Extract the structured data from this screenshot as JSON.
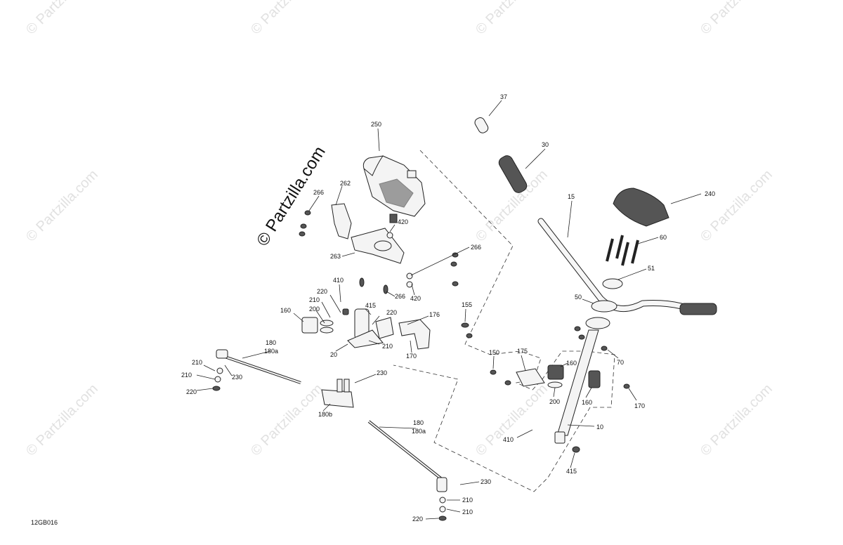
{
  "diagram": {
    "code": "12GB016",
    "watermark_text": "© Partzilla.com",
    "watermark_main": "© Partzilla.com",
    "callouts": [
      {
        "id": "c37",
        "text": "37"
      },
      {
        "id": "c30",
        "text": "30"
      },
      {
        "id": "c250",
        "text": "250"
      },
      {
        "id": "c15",
        "text": "15"
      },
      {
        "id": "c240",
        "text": "240"
      },
      {
        "id": "c262",
        "text": "262"
      },
      {
        "id": "c266a",
        "text": "266"
      },
      {
        "id": "c420a",
        "text": "420"
      },
      {
        "id": "c60",
        "text": "60"
      },
      {
        "id": "c263",
        "text": "263"
      },
      {
        "id": "c266b",
        "text": "266"
      },
      {
        "id": "c51",
        "text": "51"
      },
      {
        "id": "c410a",
        "text": "410"
      },
      {
        "id": "c266c",
        "text": "266"
      },
      {
        "id": "c420b",
        "text": "420"
      },
      {
        "id": "c220a",
        "text": "220"
      },
      {
        "id": "c210a",
        "text": "210"
      },
      {
        "id": "c200a",
        "text": "200"
      },
      {
        "id": "c160a",
        "text": "160"
      },
      {
        "id": "c415a",
        "text": "415"
      },
      {
        "id": "c220b",
        "text": "220"
      },
      {
        "id": "c176",
        "text": "176"
      },
      {
        "id": "c155",
        "text": "155"
      },
      {
        "id": "c50",
        "text": "50"
      },
      {
        "id": "c210b",
        "text": "210"
      },
      {
        "id": "c20",
        "text": "20"
      },
      {
        "id": "c170a",
        "text": "170"
      },
      {
        "id": "c180a",
        "text": "180"
      },
      {
        "id": "c180aa",
        "text": "180a"
      },
      {
        "id": "c210c",
        "text": "210"
      },
      {
        "id": "c230a",
        "text": "230"
      },
      {
        "id": "c210d",
        "text": "210"
      },
      {
        "id": "c220c",
        "text": "220"
      },
      {
        "id": "c230b",
        "text": "230"
      },
      {
        "id": "c150",
        "text": "150"
      },
      {
        "id": "c175",
        "text": "175"
      },
      {
        "id": "c160b",
        "text": "160"
      },
      {
        "id": "c70",
        "text": "70"
      },
      {
        "id": "c200b",
        "text": "200"
      },
      {
        "id": "c160c",
        "text": "160"
      },
      {
        "id": "c170b",
        "text": "170"
      },
      {
        "id": "c180b",
        "text": "180b"
      },
      {
        "id": "c180c",
        "text": "180"
      },
      {
        "id": "c180ab",
        "text": "180a"
      },
      {
        "id": "c10",
        "text": "10"
      },
      {
        "id": "c410b",
        "text": "410"
      },
      {
        "id": "c415b",
        "text": "415"
      },
      {
        "id": "c230c",
        "text": "230"
      },
      {
        "id": "c210e",
        "text": "210"
      },
      {
        "id": "c210f",
        "text": "210"
      },
      {
        "id": "c220d",
        "text": "220"
      }
    ]
  }
}
